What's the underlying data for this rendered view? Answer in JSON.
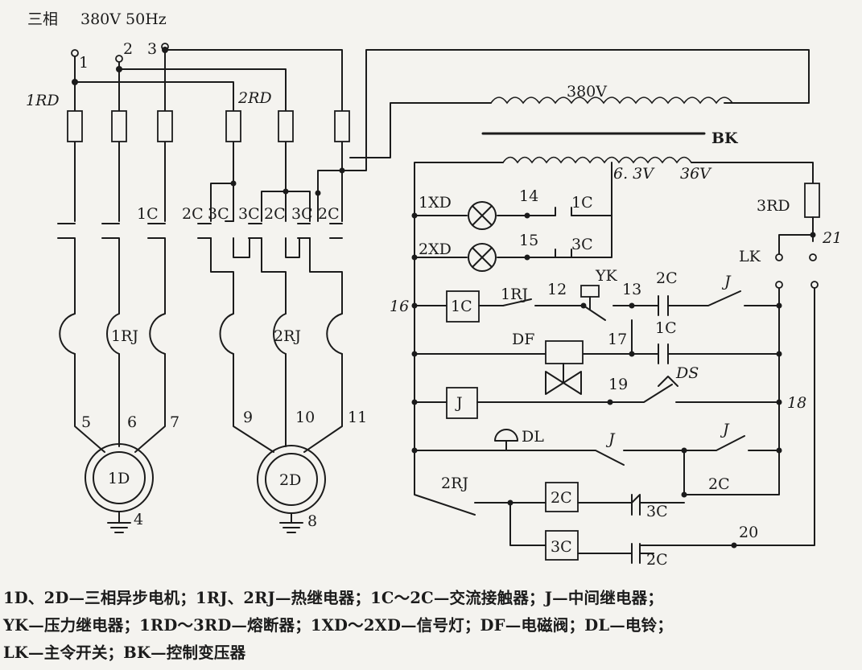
{
  "supply": {
    "phase_label": "三相",
    "spec_label": "380V 50Hz"
  },
  "nodes": {
    "n1": "1",
    "n2": "2",
    "n3": "3",
    "n4": "4",
    "n5": "5",
    "n6": "6",
    "n7": "7",
    "n8": "8",
    "n9": "9",
    "n10": "10",
    "n11": "11",
    "n12": "12",
    "n13": "13",
    "n14": "14",
    "n15": "15",
    "n16": "16",
    "n17": "17",
    "n18": "18",
    "n19": "19",
    "n20": "20",
    "n21": "21"
  },
  "components": {
    "fuse_1rd": "1RD",
    "fuse_2rd": "2RD",
    "fuse_3rd": "3RD",
    "contact_1c": "1C",
    "contact_2c": "2C",
    "contact_3c": "3C",
    "thermal_1rj": "1RJ",
    "thermal_2rj": "2RJ",
    "motor_1d": "1D",
    "motor_2d": "2D",
    "transformer_bk": "BK",
    "primary_voltage": "380V",
    "tap_63v": "6. 3V",
    "tap_36v": "36V",
    "lamp_1xd": "1XD",
    "lamp_2xd": "2XD",
    "pressure_yk": "YK",
    "valve_df": "DF",
    "relay_j": "J",
    "switch_ds": "DS",
    "bell_dl": "DL",
    "switch_lk": "LK"
  },
  "caption": {
    "line1": "1D、2D—三相异步电机；1RJ、2RJ—热继电器；1C～2C—交流接触器；J—中间继电器；",
    "line2": "YK—压力继电器；1RD～3RD—熔断器；1XD～2XD—信号灯；DF—电磁阀；DL—电铃；",
    "line3": "LK—主令开关；BK—控制变压器"
  }
}
